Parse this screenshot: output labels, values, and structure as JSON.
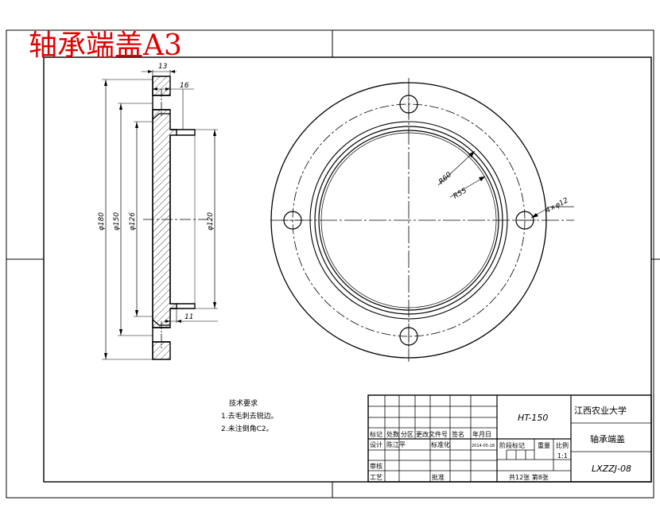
{
  "drawing_title": "轴承端盖A3",
  "dimensions": {
    "d13": "13",
    "d16": "16",
    "d11": "11",
    "dia180": "φ180",
    "dia150": "φ150",
    "dia126": "φ126",
    "dia120": "φ120",
    "r60": "R60",
    "r55": "R55",
    "holes": "4×φ12"
  },
  "tech_notes": {
    "heading": "技术要求",
    "line1": "1.去毛刺去锐边。",
    "line2": "2.未注倒角C2。"
  },
  "title_block": {
    "material": "HT-150",
    "school": "江西农业大学",
    "part_name": "轴承端盖",
    "drawing_no": "LXZZJ-08",
    "h_mark": "标记",
    "h_count": "处数",
    "h_zone": "分区",
    "h_change_doc": "更改文件号",
    "h_sign": "签名",
    "h_date": "年月日",
    "r_design": "设计",
    "designer": "陈江平",
    "r_standard": "标准化",
    "date_val": "2014-05-18",
    "h_stage_mark": "阶段标记",
    "h_weight": "重量",
    "h_scale": "比例",
    "scale": "1:1",
    "r_review": "审核",
    "r_process": "工艺",
    "r_approve": "批准",
    "sheets": "共12张 第8张"
  }
}
